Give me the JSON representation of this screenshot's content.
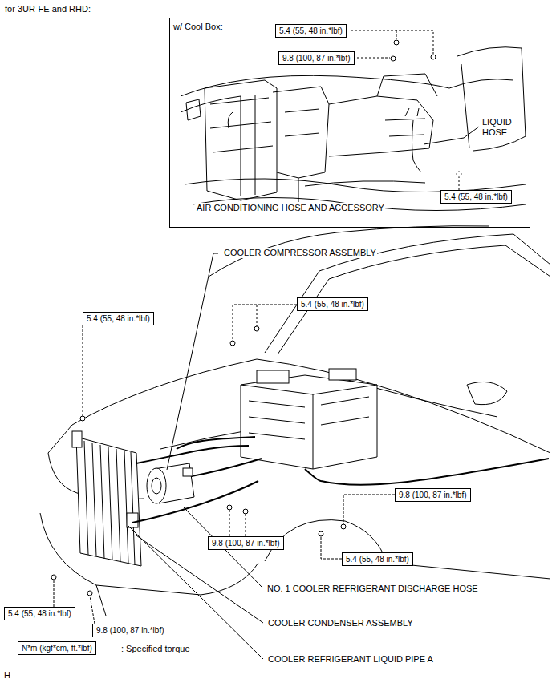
{
  "diagram": {
    "title": "for 3UR-FE and RHD:",
    "nodes": [
      {
        "text": [
          "w/ Cool Box:"
        ]
      },
      {
        "text": [
          "5.4 (55, 48 in.*lbf)"
        ],
        "in": 0
      },
      {
        "text": [
          "9.8 (100, 87 in.*lbf)"
        ],
        "in": 0
      },
      {
        "text": [
          "5.4 (55, 48 in.*lbf)"
        ],
        "in": 0
      },
      {
        "text": [
          "5.4 (55, 48 in.*lbf)"
        ]
      },
      {
        "text": [
          "5.4 (55, 48 in.*lbf)"
        ]
      },
      {
        "text": [
          "9.8 (100, 87 in.*lbf)"
        ]
      },
      {
        "text": [
          "9.8 (100, 87 in.*lbf)"
        ]
      },
      {
        "text": [
          "5.4 (55, 48 in.*lbf)"
        ]
      },
      {
        "text": [
          "5.4 (55, 48 in.*lbf)"
        ]
      },
      {
        "text": [
          "9.8 (100, 87 in.*lbf)"
        ]
      },
      {
        "text": [
          "N*m (kgf*cm, ft.*lbf)"
        ]
      }
    ],
    "labels": [
      "LIQUID HOSE",
      "AIR CONDITIONING HOSE AND ACCESSORY",
      "COOLER COMPRESSOR ASSEMBLY",
      "NO. 1 COOLER REFRIGERANT DISCHARGE HOSE",
      "COOLER CONDENSER ASSEMBLY",
      ": Specified torque",
      "COOLER REFRIGERANT LIQUID PIPE A",
      "H"
    ]
  }
}
